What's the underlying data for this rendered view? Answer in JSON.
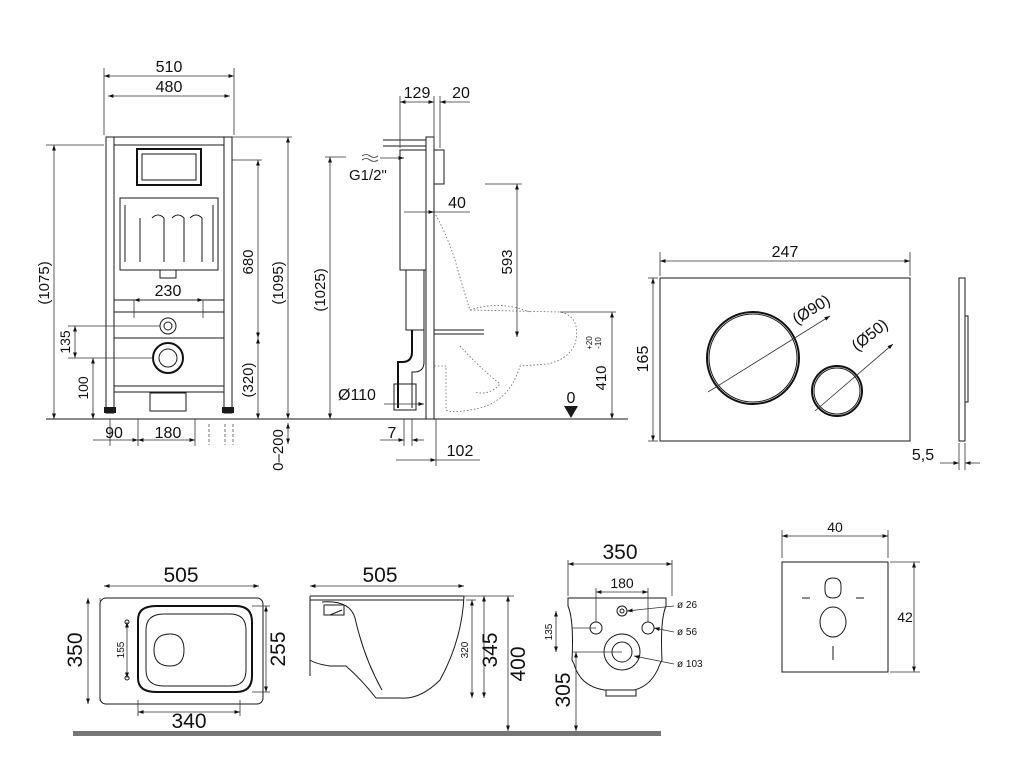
{
  "frame_front": {
    "width_outer": "510",
    "width_inner": "480",
    "height_left": "(1075)",
    "height_right": "(1095)",
    "height_mid": "680",
    "pipe_spacing": "230",
    "offset_135": "135",
    "offset_100": "100",
    "offset_320": "(320)",
    "foot_90": "90",
    "foot_180": "180",
    "adjust": "0–200"
  },
  "frame_side": {
    "depth_129": "129",
    "depth_20": "20",
    "inlet": "G1/2\"",
    "depth_40": "40",
    "height_1025": "(1025)",
    "height_593": "593",
    "seat_height": "410",
    "seat_tol_plus": "+20",
    "seat_tol_minus": "-10",
    "zero_mark": "0",
    "pipe_dia": "Ø110",
    "offset_7": "7",
    "offset_102": "102"
  },
  "flush_plate": {
    "width": "247",
    "height": "165",
    "big_button": "(Ø90)",
    "small_button": "(Ø50)",
    "thickness": "5,5"
  },
  "bowl_top": {
    "length": "505",
    "width": "350",
    "inner_width": "255",
    "fix_offset": "155",
    "bottom_length": "340"
  },
  "bowl_side": {
    "length": "505",
    "h_320": "320",
    "h_345": "345",
    "h_400": "400"
  },
  "bowl_back": {
    "width": "350",
    "spacing": "180",
    "d26": "ø 26",
    "d56": "ø 56",
    "d103": "ø 103",
    "h135": "135",
    "h305": "305"
  },
  "gasket": {
    "width": "40",
    "height": "42"
  }
}
